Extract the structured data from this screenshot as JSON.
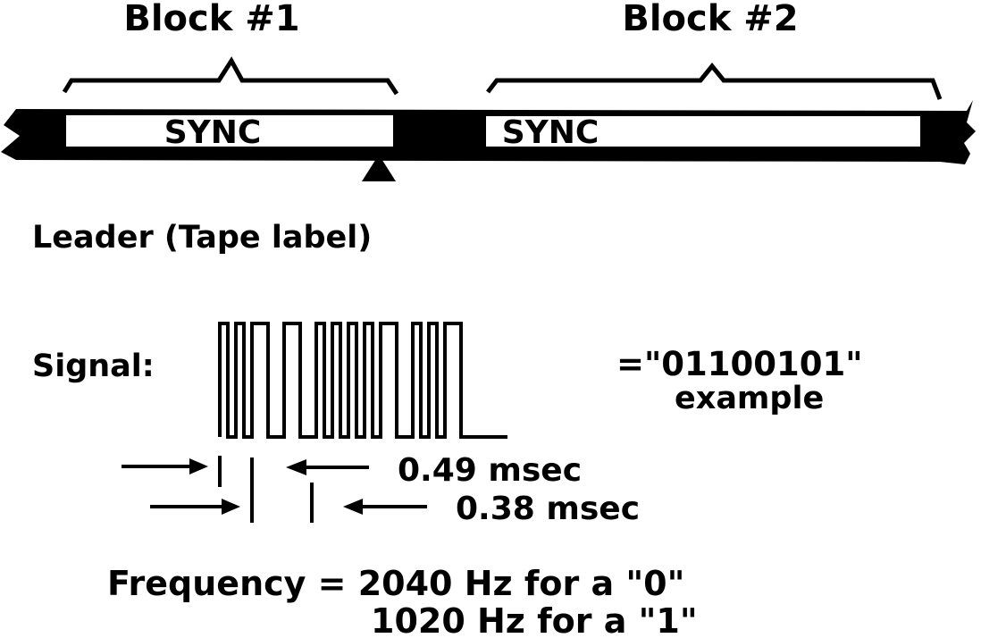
{
  "blocks": [
    {
      "title": "Block #1",
      "sync_label": "SYNC"
    },
    {
      "title": "Block #2",
      "sync_label": "SYNC"
    }
  ],
  "leader_label": "Leader (Tape label)",
  "signal": {
    "label": "Signal:",
    "bits": "01100101",
    "value_text": "=\"01100101\"",
    "example_text": "example"
  },
  "timing": {
    "short_period": "0.49 msec",
    "long_period": "0.38 msec"
  },
  "frequency": {
    "line1": "Frequency = 2040 Hz for a \"0\"",
    "line2": "1020 Hz for a \"1\""
  },
  "colors": {
    "ink": "#000000",
    "paper": "#ffffff"
  }
}
